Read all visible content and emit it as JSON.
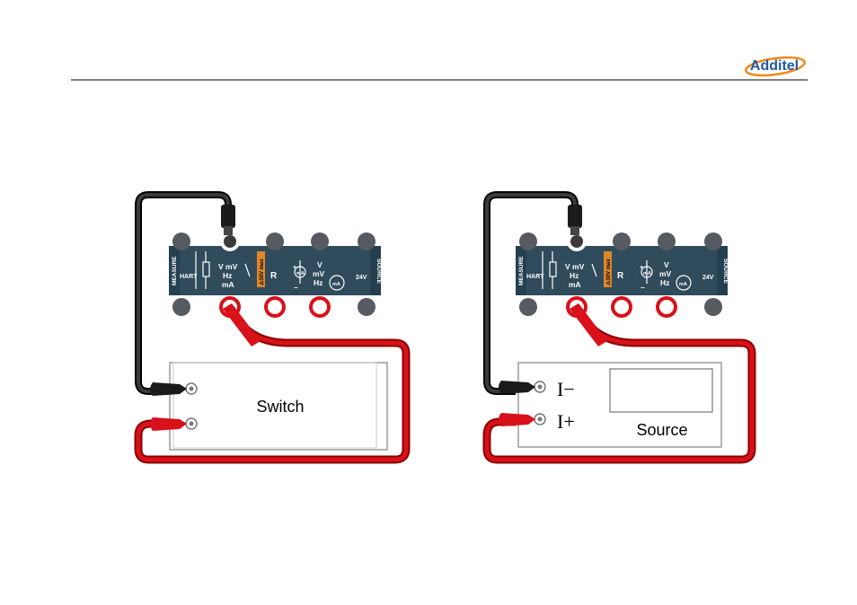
{
  "header": {
    "logo_text": "Additel"
  },
  "colors": {
    "panel": "#2f4b5c",
    "lead_red": "#d8111a",
    "lead_black": "#222222",
    "warning": "#e0872a",
    "logo_blue": "#1e5aa8",
    "logo_orange": "#f08a1c"
  },
  "panel_labels": {
    "measure": "MEASURE",
    "hart": "HART",
    "v_mv": "V mV",
    "hz": "Hz",
    "ma": "mA",
    "warning": "⚠30V max",
    "r": "R",
    "src_v": "V",
    "src_mv": "mV",
    "src_hz": "Hz",
    "src_ma": "mA",
    "plus": "+",
    "minus": "−",
    "v24": "24V",
    "source": "SOURCE"
  },
  "left_diagram": {
    "device_label": "Switch"
  },
  "right_diagram": {
    "device_label": "Source",
    "terminal_minus": "I−",
    "terminal_plus": "I+"
  }
}
